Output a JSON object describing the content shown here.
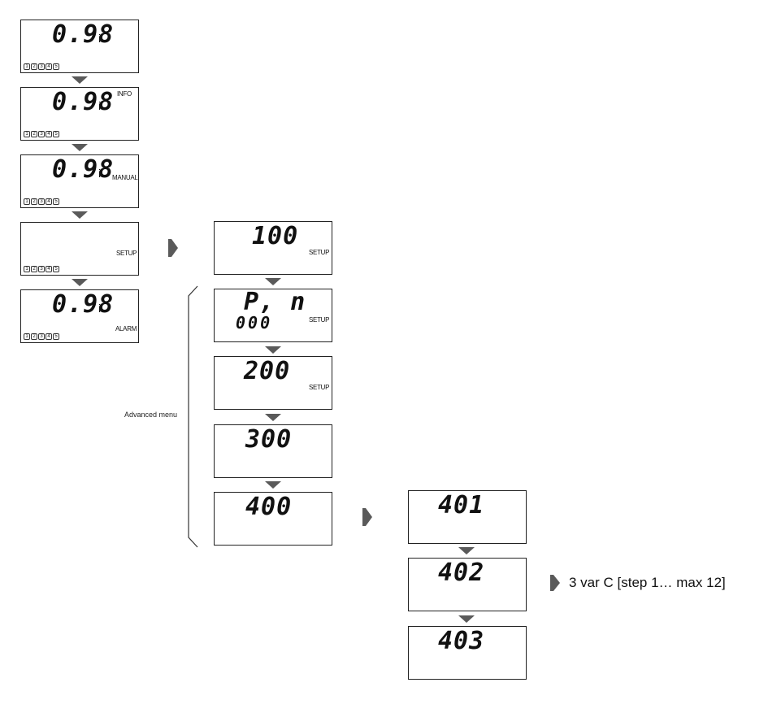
{
  "main_column": {
    "display_1": {
      "value": "0.98",
      "suffix": "i",
      "mode": "",
      "channels": [
        "1",
        "2",
        "3",
        "4",
        "5"
      ]
    },
    "display_2": {
      "value": "0.98",
      "suffix": "i",
      "mode": "INFO",
      "channels": [
        "1",
        "2",
        "3",
        "4",
        "5"
      ]
    },
    "display_3": {
      "value": "0.98",
      "suffix": "i",
      "mode": "MANUAL",
      "channels": [
        "1",
        "2",
        "3",
        "4",
        "5"
      ]
    },
    "display_4": {
      "value": "",
      "suffix": "",
      "mode": "SETUP",
      "channels": [
        "1",
        "2",
        "3",
        "4",
        "5"
      ]
    },
    "display_5": {
      "value": "0.98",
      "suffix": "i",
      "mode": "ALARM",
      "channels": [
        "1",
        "2",
        "3",
        "4",
        "5"
      ]
    }
  },
  "setup_column": {
    "bracket_label": "Advanced menu",
    "display_100": {
      "value": "100",
      "mode": "SETUP"
    },
    "display_pin": {
      "value": "P, n",
      "sub": "000",
      "mode": "SETUP"
    },
    "display_200": {
      "value": "200",
      "mode": "SETUP"
    },
    "display_300": {
      "value": "300",
      "mode": ""
    },
    "display_400": {
      "value": "400",
      "mode": ""
    }
  },
  "sub_column": {
    "display_401": {
      "value": "401"
    },
    "display_402": {
      "value": "402"
    },
    "display_403": {
      "value": "403"
    },
    "note": "3 var C [step 1… max 12]"
  },
  "colors": {
    "arrow": "#5a5a5a",
    "border": "#222222"
  },
  "icons": {
    "down_arrow": "down-triangle-icon",
    "right_arrow": "right-triangle-icon",
    "bracket": "left-bracket"
  }
}
